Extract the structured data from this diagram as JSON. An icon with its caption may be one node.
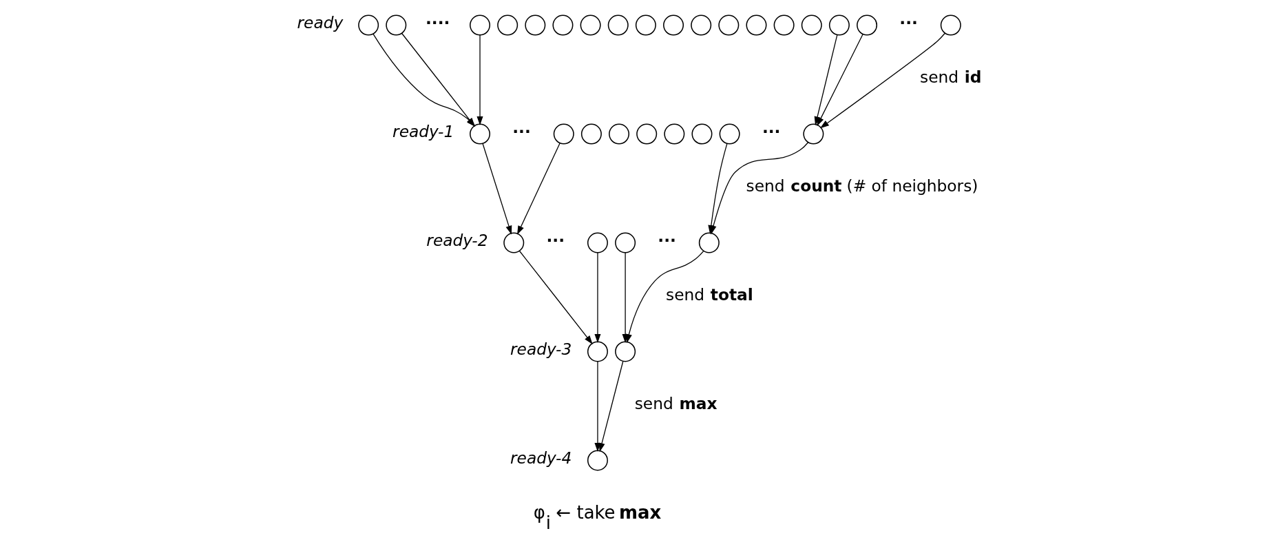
{
  "diagram": {
    "nodes": [
      {
        "text": [],
        "shape": "circle"
      },
      {
        "text": [],
        "shape": "circle"
      },
      {
        "text": [],
        "shape": "circle"
      },
      {
        "text": [],
        "shape": "circle"
      },
      {
        "text": [],
        "shape": "circle"
      },
      {
        "text": [],
        "shape": "circle"
      },
      {
        "text": [],
        "shape": "circle"
      },
      {
        "text": [],
        "shape": "circle"
      },
      {
        "text": [],
        "shape": "circle"
      },
      {
        "text": [],
        "shape": "circle"
      },
      {
        "text": [],
        "shape": "circle"
      },
      {
        "text": [],
        "shape": "circle"
      },
      {
        "text": [],
        "shape": "circle"
      },
      {
        "text": [],
        "shape": "circle"
      },
      {
        "text": [],
        "shape": "circle"
      },
      {
        "text": [],
        "shape": "circle"
      },
      {
        "text": [],
        "shape": "circle"
      },
      {
        "text": [],
        "shape": "circle"
      },
      {
        "text": [],
        "shape": "circle"
      },
      {
        "text": [],
        "shape": "circle"
      },
      {
        "text": [],
        "shape": "circle"
      },
      {
        "text": [],
        "shape": "circle"
      },
      {
        "text": [],
        "shape": "circle"
      },
      {
        "text": [],
        "shape": "circle"
      },
      {
        "text": [],
        "shape": "circle"
      },
      {
        "text": [],
        "shape": "circle"
      },
      {
        "text": [],
        "shape": "circle"
      },
      {
        "text": [],
        "shape": "circle"
      },
      {
        "text": [],
        "shape": "circle"
      },
      {
        "text": [],
        "shape": "circle"
      },
      {
        "text": [],
        "shape": "circle"
      },
      {
        "text": [],
        "shape": "circle"
      },
      {
        "text": [],
        "shape": "circle"
      },
      {
        "text": [],
        "shape": "circle",
        "beside": [
          "φ$_{i}$ ← take **max**"
        ]
      }
    ],
    "edges": [
      {
        "from": 0,
        "to": 18,
        "arrow": "to"
      },
      {
        "from": 1,
        "to": 18,
        "arrow": "to"
      },
      {
        "from": 2,
        "to": 18,
        "arrow": "to"
      },
      {
        "from": 15,
        "to": 26,
        "arrow": "to"
      },
      {
        "from": 16,
        "to": 26,
        "arrow": "to"
      },
      {
        "from": 17,
        "to": 26,
        "arrow": "to"
      },
      {
        "from": 18,
        "to": 27,
        "arrow": "to"
      },
      {
        "from": 19,
        "to": 27,
        "arrow": "to"
      },
      {
        "from": 25,
        "to": 30,
        "arrow": "to"
      },
      {
        "from": 26,
        "to": 30,
        "arrow": "to"
      },
      {
        "from": 27,
        "to": 31,
        "arrow": "to"
      },
      {
        "from": 28,
        "to": 31,
        "arrow": "to"
      },
      {
        "from": 29,
        "to": 32,
        "arrow": "to"
      },
      {
        "from": 30,
        "to": 32,
        "arrow": "to"
      },
      {
        "from": 31,
        "to": 33,
        "arrow": "to"
      },
      {
        "from": 32,
        "to": 33,
        "arrow": "to"
      }
    ],
    "labels": [
      "ready",
      "····",
      "···",
      "send **id**",
      "ready-1",
      "···",
      "···",
      "send **count** (# of neighbors)",
      "ready-2",
      "···",
      "···",
      "send **total**",
      "ready-3",
      "send **max**",
      "ready-4"
    ]
  }
}
